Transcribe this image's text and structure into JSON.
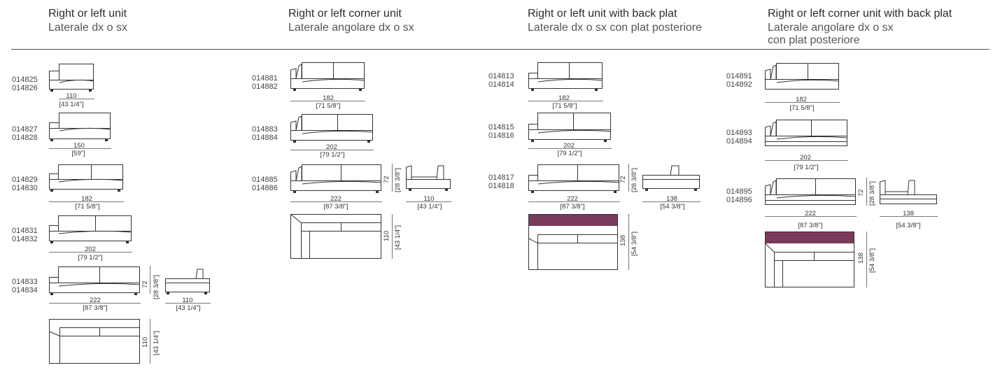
{
  "columns": [
    {
      "title": "Right or left unit",
      "subtitle": "Laterale dx o sx"
    },
    {
      "title": "Right or left corner unit",
      "subtitle": "Laterale angolare dx o sx"
    },
    {
      "title": "Right or left unit with back plat",
      "subtitle": "Laterale dx o sx con plat posteriore"
    },
    {
      "title": "Right or left corner unit with back plat",
      "subtitle": "Laterale angolare dx o sx",
      "subtitle2": "con plat posteriore"
    }
  ],
  "codes": {
    "c1": [
      "014825",
      "014826",
      "014827",
      "014828",
      "014829",
      "014830",
      "014831",
      "014832",
      "014833",
      "014834"
    ],
    "c2": [
      "014881",
      "014882",
      "014883",
      "014884",
      "014885",
      "014886"
    ],
    "c3": [
      "014813",
      "014814",
      "014815",
      "014816",
      "014817",
      "014818"
    ],
    "c4": [
      "014891",
      "014892",
      "014893",
      "014894",
      "014895",
      "014896"
    ]
  },
  "dims": {
    "w110": "110",
    "w110in": "[43 1/4\"]",
    "w150": "150",
    "w150in": "[59\"]",
    "w182": "182",
    "w182in": "[71 5/8\"]",
    "w202": "202",
    "w202in": "[79 1/2\"]",
    "w222": "222",
    "w222in": "[87 3/8\"]",
    "w138": "138",
    "w138in": "[54 3/8\"]",
    "h72": "72",
    "h72in": "[28 3/8\"]",
    "d110": "110",
    "d110in": "[43 1/4\"]",
    "d138": "138",
    "d138in": "[54 3/8\"]"
  },
  "colors": {
    "plat": "#7a3a5c",
    "line": "#333333"
  }
}
